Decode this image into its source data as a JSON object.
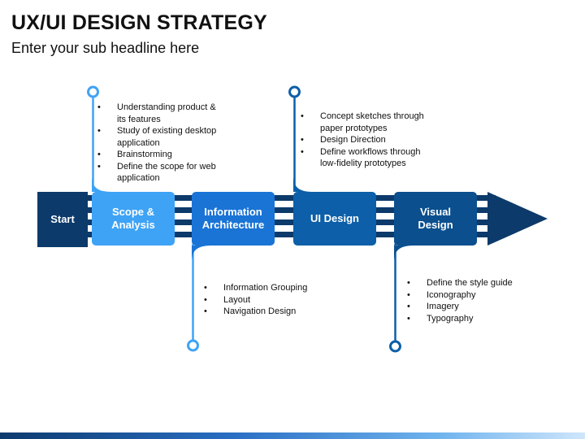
{
  "header": {
    "title": "UX/UI DESIGN STRATEGY",
    "subtitle": "Enter your sub headline here"
  },
  "start_label": "Start",
  "colors": {
    "dark_navy": "#0c3a6b",
    "light_blue": "#3ea3f5",
    "mid_blue": "#1a74d6",
    "deep_blue": "#0c5fa8",
    "pin_light": "#3ea3f5",
    "pin_dark": "#0c5fa8"
  },
  "stages": [
    {
      "label_line1": "Scope &",
      "label_line2": "Analysis",
      "bullets": [
        "Understanding product & its features",
        "Study of existing desktop application",
        "Brainstorming",
        "Define the scope for web application"
      ]
    },
    {
      "label_line1": "Information",
      "label_line2": "Architecture",
      "bullets": [
        "Information Grouping",
        "Layout",
        "Navigation Design"
      ]
    },
    {
      "label_line1": "UI Design",
      "label_line2": "",
      "bullets": [
        "Concept sketches through paper prototypes",
        "Design Direction",
        "Define workflows through low-fidelity prototypes"
      ]
    },
    {
      "label_line1": "Visual",
      "label_line2": "Design",
      "bullets": [
        "Define the style guide",
        "Iconography",
        "Imagery",
        "Typography"
      ]
    }
  ]
}
